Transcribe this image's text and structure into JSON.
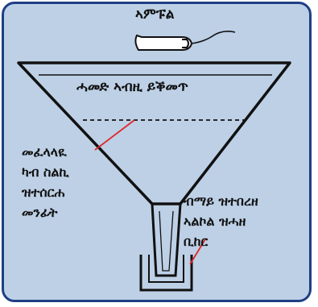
{
  "diagram": {
    "top_label": "ኣምፑል",
    "funnel_label": "ሓመድ ኣብዚ ይቕመጥ",
    "left_label_lines": [
      "መፈላላዪ",
      "ካብ ስልኪ",
      "ዝተሰርሐ",
      "መንፊት"
    ],
    "right_label_lines": [
      "ብማይ ዝተበረዘ",
      "ኣልኮል ዝሓዘ",
      "ቢከር"
    ]
  },
  "colors": {
    "background": "#bdd0e6",
    "border": "#1f3f85",
    "pointer_line": "#e0262b",
    "outline": "#111111"
  },
  "icons": [
    "ampoule-icon",
    "funnel-icon",
    "beaker-icon",
    "mesh-sieve-line"
  ]
}
